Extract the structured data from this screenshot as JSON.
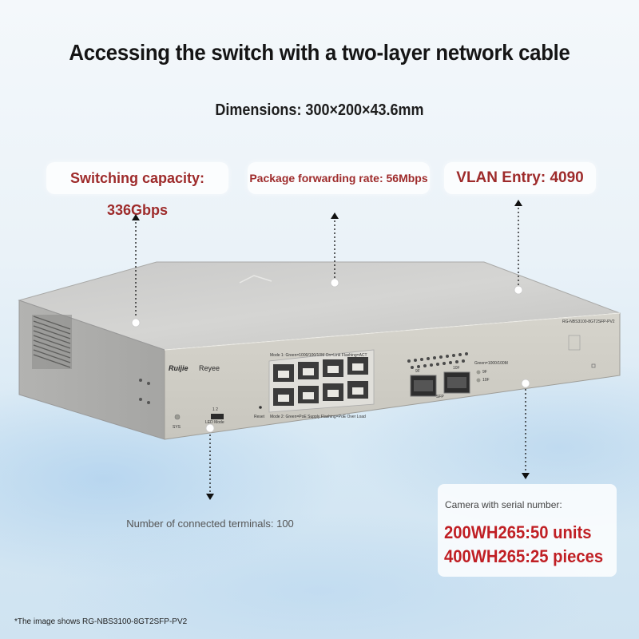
{
  "title": "Accessing the switch with a two-layer network cable",
  "dimensions": "Dimensions: 300×200×43.6mm",
  "specs": {
    "switching_capacity": "Switching capacity: 336Gbps",
    "forwarding_rate": "Package forwarding rate: 56Mbps",
    "vlan_entry": "VLAN Entry: 4090",
    "terminals": "Number of connected terminals: 100"
  },
  "camera": {
    "heading": "Camera with serial number:",
    "line1": "200WH265:50 units",
    "line2": "400WH265:25 pieces"
  },
  "device": {
    "brand_primary": "Ruijie",
    "brand_secondary": "Reyee",
    "model": "RG-NBS3100-8GT2SFP-PV2",
    "port_legend_top": "Mode 1: Green=1000/100/10M  On=Link  Flashing=ACT",
    "port_legend_bottom": "Mode 2: Green=PoE Supply  Flashing=PoE Over Load",
    "sfp_legend": "Green=1000/100M",
    "sfp_label": "SFP",
    "sfp_port_9": "9F",
    "sfp_port_10": "10F",
    "reset_label": "Reset",
    "sys_label": "SYS",
    "led_mode_label": "LED Mode",
    "led_mode_positions": "1  2"
  },
  "footnote": "*The image shows RG-NBS3100-8GT2SFP-PV2",
  "colors": {
    "accent_red": "#c01f24",
    "label_red": "#9e2b2b"
  }
}
